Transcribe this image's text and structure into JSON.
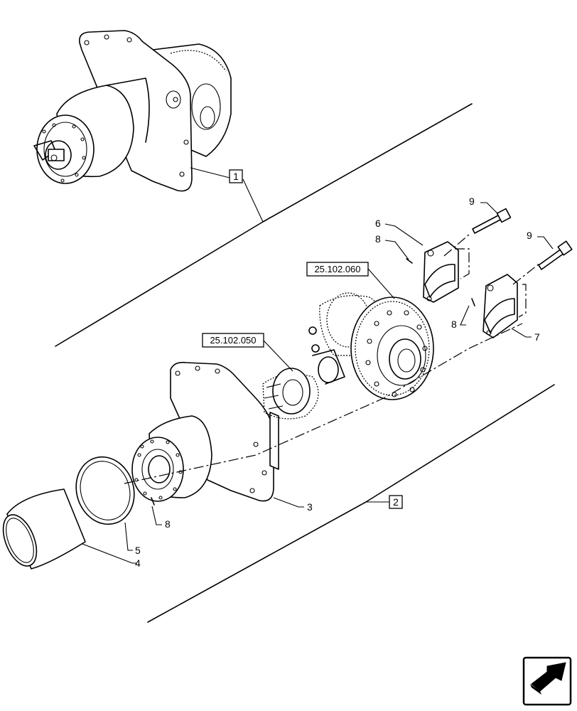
{
  "callouts": {
    "item1": "1",
    "item2": "2",
    "item3": "3",
    "item4": "4",
    "item5": "5",
    "item6": "6",
    "item7": "7",
    "item8_upper": "8",
    "item8_right": "8",
    "item8_lower": "8",
    "item9_upper": "9",
    "item9_right": "9"
  },
  "references": {
    "ref_upper": "25.102.060",
    "ref_lower": "25.102.050"
  },
  "icons": {
    "nav": "next-page-arrow-icon"
  }
}
